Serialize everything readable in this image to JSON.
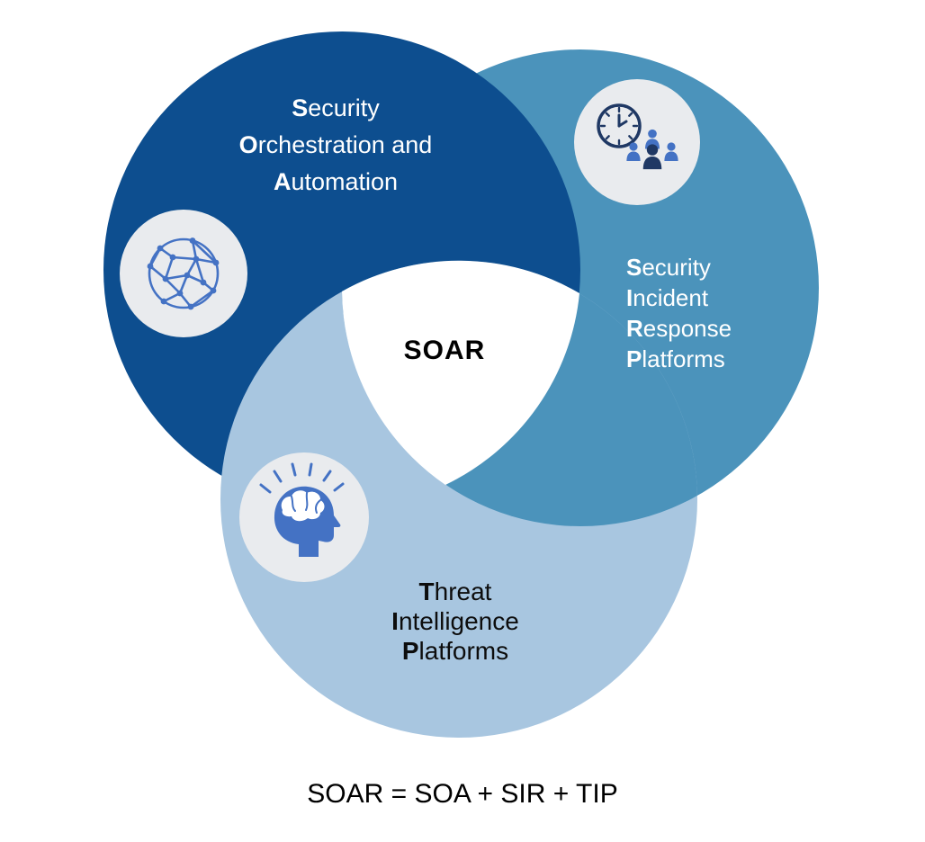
{
  "colors": {
    "dark_blue": "#0d4e8f",
    "medium_blue": "#4b93bb",
    "light_blue": "#a8c6e0",
    "icon_bg": "#e9ebee",
    "icon_blue": "#4472c4",
    "navy": "#1f3864",
    "white": "#ffffff",
    "black": "#000000"
  },
  "center": {
    "label": "SOAR"
  },
  "circles": {
    "soa": {
      "lines": [
        "Security",
        "Orchestration and",
        "Automation"
      ]
    },
    "sir": {
      "lines": [
        "Security",
        "Incident",
        "Response",
        "Platforms"
      ]
    },
    "tip": {
      "lines": [
        "Threat",
        "Intelligence",
        "Platforms"
      ]
    }
  },
  "icons": {
    "soa": "network-globe-icon",
    "sir": "clock-team-icon",
    "tip": "brain-head-icon"
  },
  "caption": "SOAR = SOA + SIR + TIP"
}
